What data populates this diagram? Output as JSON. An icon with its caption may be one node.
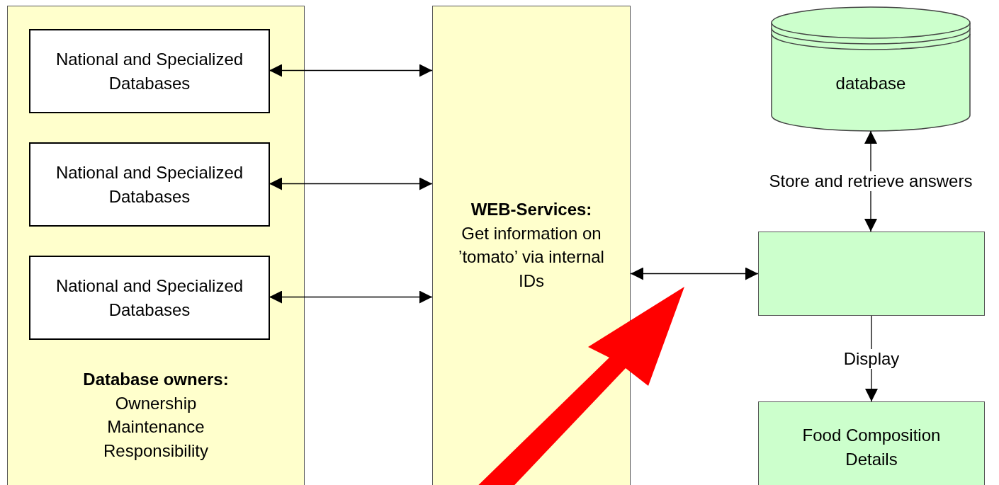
{
  "diagram": {
    "nodes": [
      {
        "text": [
          "Database owners:",
          "Ownership Maintenance Responsibility"
        ]
      },
      {
        "text": [
          "National and Specialized Databases"
        ],
        "in": 0
      },
      {
        "text": [
          "National and Specialized Databases"
        ],
        "in": 0
      },
      {
        "text": [
          "National and Specialized Databases"
        ],
        "in": 0
      },
      {
        "text": [
          "WEB-Services:",
          "Get information on ’tomato’ via internal IDs"
        ]
      },
      {
        "text": [
          "database"
        ]
      },
      {
        "text": [],
        "shape": "box"
      },
      {
        "text": [
          "Food Composition Details"
        ]
      }
    ],
    "edges": [
      {
        "from": 1,
        "to": 4,
        "arrow": "both"
      },
      {
        "from": 2,
        "to": 4,
        "arrow": "both"
      },
      {
        "from": 3,
        "to": 4,
        "arrow": "both"
      },
      {
        "from": 4,
        "to": 6,
        "arrow": "both"
      },
      {
        "from": 6,
        "to": 5,
        "arrow": "both",
        "label": "Store and retrieve answers"
      },
      {
        "from": 6,
        "to": 7,
        "arrow": "to",
        "label": "Display"
      }
    ]
  }
}
